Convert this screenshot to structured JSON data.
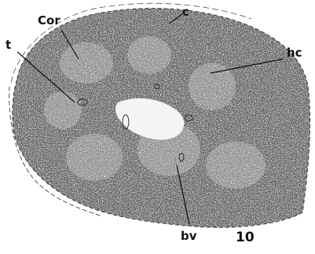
{
  "figure": {
    "labels": {
      "c": "c",
      "cor": "Cor",
      "t": "t",
      "hc": "hc",
      "bv": "bv"
    },
    "figure_number": "10"
  }
}
